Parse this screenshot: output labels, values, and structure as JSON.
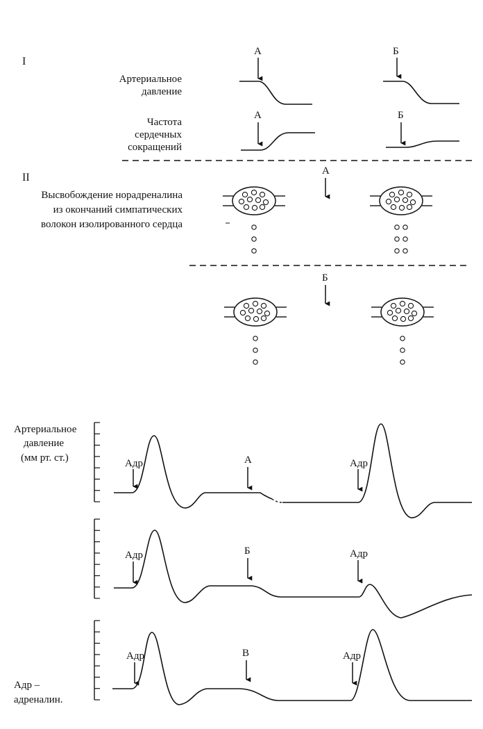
{
  "section_I": {
    "roman": "I",
    "bp_label": [
      "Артериальное",
      "давление"
    ],
    "hr_label": [
      "Частота",
      "сердечных",
      "сокращений"
    ],
    "mark_a": "А",
    "mark_b": "Б"
  },
  "section_II": {
    "roman": "II",
    "release_label": [
      "Высвобождение  норадреналина",
      "из окончаний симпатических",
      "волокон изолированного сердца"
    ],
    "mark_a": "А",
    "mark_b": "Б"
  },
  "traces": {
    "y_label": [
      "Артериальное",
      "давление",
      "(мм рт. ст.)"
    ],
    "footnote": [
      "Адр –",
      "адреналин."
    ],
    "adr": "Адр",
    "mark_a": "А",
    "mark_b": "Б",
    "mark_v": "В"
  },
  "colors": {
    "ink": "#111111",
    "background": "#ffffff"
  }
}
